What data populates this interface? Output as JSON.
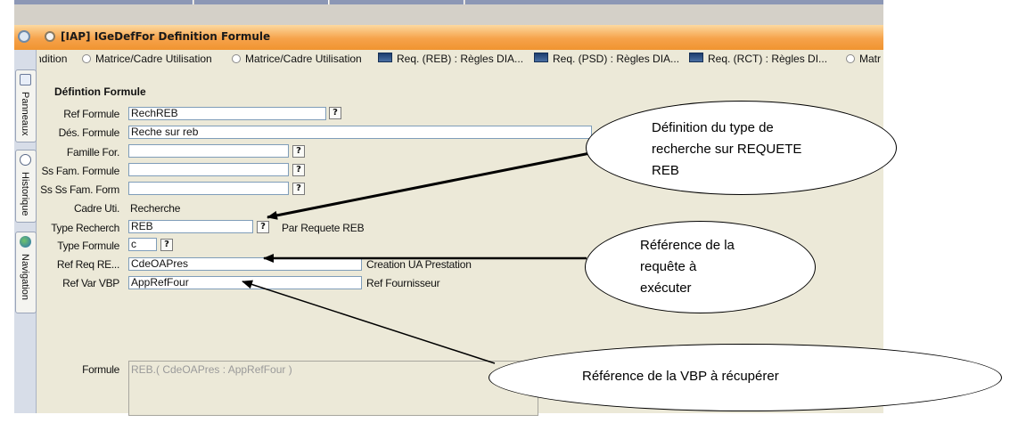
{
  "window": {
    "title": "[IAP] IGeDefFor Definition Formule"
  },
  "tabs": [
    {
      "label": "ndition",
      "icon": "none"
    },
    {
      "label": "Matrice/Cadre Utilisation",
      "icon": "circle-c-icon"
    },
    {
      "label": "Matrice/Cadre Utilisation",
      "icon": "circle-c-icon"
    },
    {
      "label": "Req. (REB) : Règles DIA...",
      "icon": "table-icon"
    },
    {
      "label": "Req. (PSD) : Règles DIA...",
      "icon": "table-icon"
    },
    {
      "label": "Req. (RCT) : Règles DI...",
      "icon": "table-icon"
    },
    {
      "label": "Matr",
      "icon": "circle-c-icon"
    }
  ],
  "sidebar": {
    "items": [
      {
        "label": "Panneaux",
        "icon": "panels-icon"
      },
      {
        "label": "Historique",
        "icon": "history-icon"
      },
      {
        "label": "Navigation",
        "icon": "globe-icon"
      }
    ]
  },
  "form": {
    "section_title": "Défintion Formule",
    "ref_formule": {
      "label": "Ref Formule",
      "value": "RechREB"
    },
    "des_formule": {
      "label": "Dés. Formule",
      "value": "Reche sur reb"
    },
    "famille": {
      "label": "Famille For.",
      "value": ""
    },
    "ss_fam": {
      "label": "Ss Fam. Formule",
      "value": ""
    },
    "ss_ss_fam": {
      "label": "Ss Ss Fam. Form",
      "value": ""
    },
    "cadre": {
      "label": "Cadre Uti.",
      "value": "Recherche"
    },
    "type_recherch": {
      "label": "Type Recherch",
      "value": "REB",
      "description": "Par Requete REB"
    },
    "type_formule": {
      "label": "Type Formule",
      "value": "c"
    },
    "ref_req": {
      "label": "Ref Req  RE...",
      "value": "CdeOAPres",
      "description": "Creation UA Prestation"
    },
    "ref_var": {
      "label": "Ref Var VBP",
      "value": "AppRefFour",
      "description": "Ref Fournisseur"
    },
    "formule": {
      "label": "Formule",
      "value": "REB.( CdeOAPres : AppRefFour )"
    },
    "help_label": "?"
  },
  "annotations": {
    "callout1": [
      "Définition du type de",
      "recherche sur REQUETE",
      "REB"
    ],
    "callout2": [
      "Référence de la",
      "requête à",
      "exécuter"
    ],
    "callout3": [
      "Référence de la VBP à récupérer"
    ]
  }
}
